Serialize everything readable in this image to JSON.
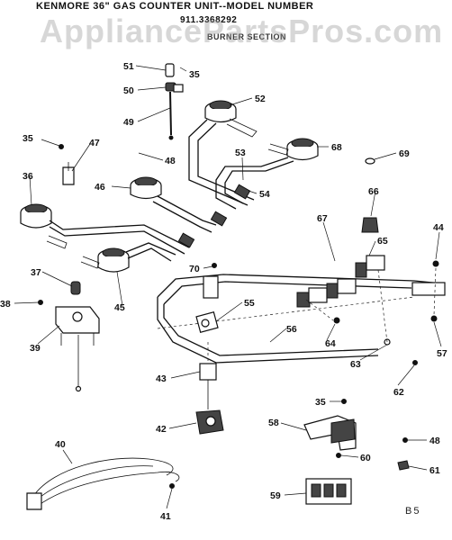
{
  "header": {
    "line1": "KENMORE 36\" GAS COUNTER UNIT--MODEL NUMBER",
    "line2": "911.3368292",
    "line3": "BURNER SECTION"
  },
  "watermark": "AppliancePartsPros.com",
  "figure_code": "B5",
  "part_numbers": {
    "p35a": "35",
    "p35b": "35",
    "p35c": "35",
    "p36": "36",
    "p37": "37",
    "p38": "38",
    "p39": "39",
    "p40": "40",
    "p41": "41",
    "p42": "42",
    "p43": "43",
    "p44": "44",
    "p45": "45",
    "p46": "46",
    "p47": "47",
    "p48a": "48",
    "p48b": "48",
    "p49": "49",
    "p50": "50",
    "p51": "51",
    "p52": "52",
    "p53": "53",
    "p54": "54",
    "p55": "55",
    "p56": "56",
    "p57": "57",
    "p58": "58",
    "p59": "59",
    "p60": "60",
    "p61": "61",
    "p62": "62",
    "p63": "63",
    "p64": "64",
    "p65": "65",
    "p66": "66",
    "p67": "67",
    "p68": "68",
    "p69": "69",
    "p70": "70"
  }
}
